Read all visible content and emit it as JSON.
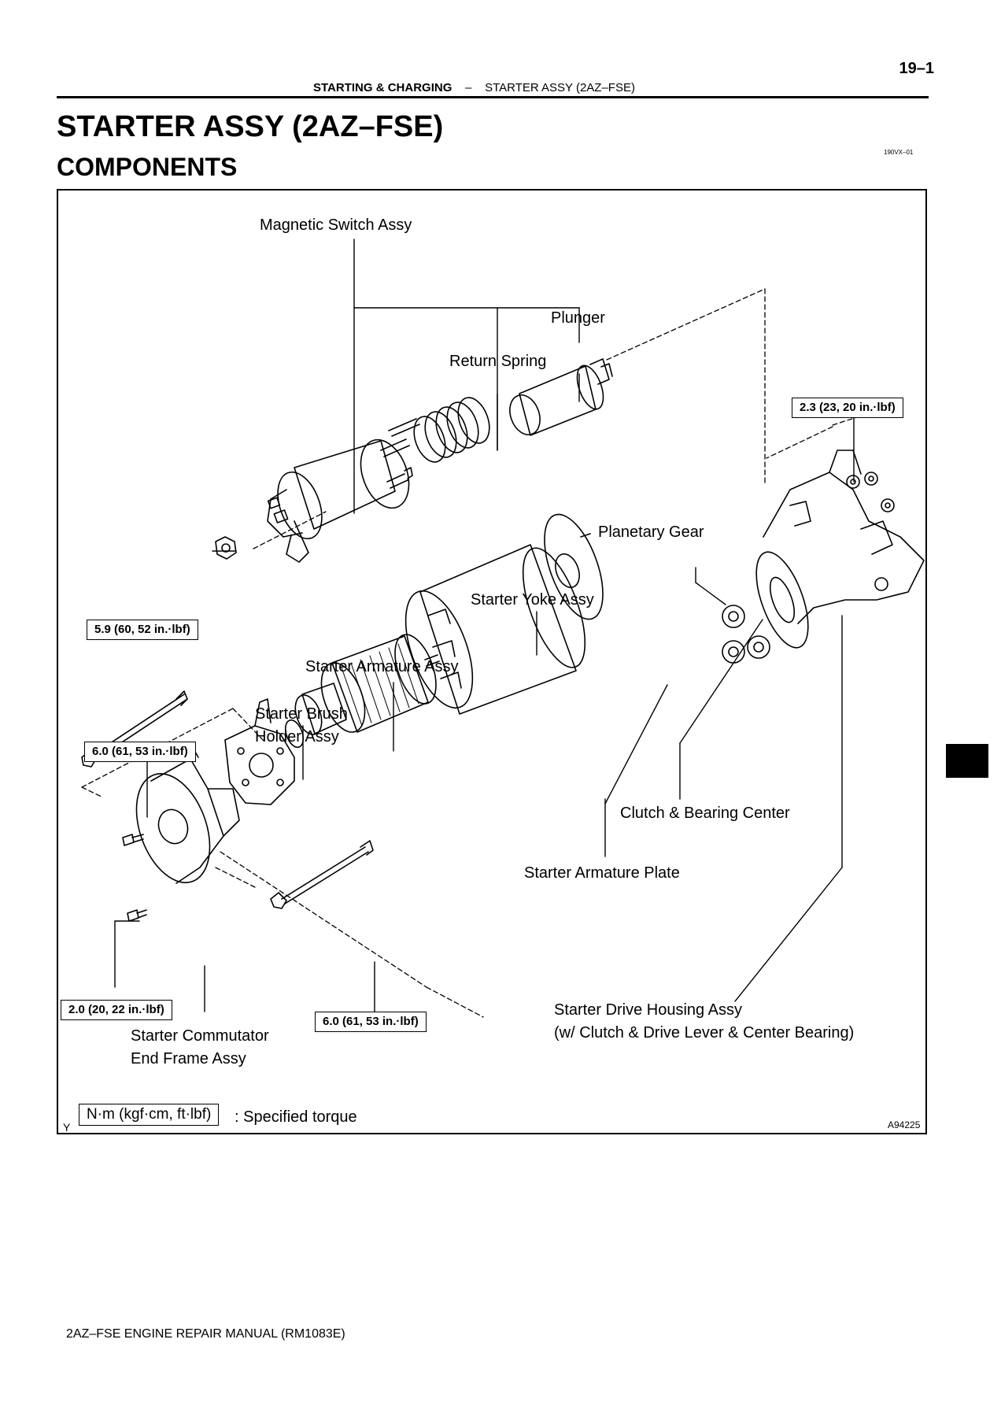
{
  "header": {
    "page_number": "19–1",
    "section": "STARTING & CHARGING",
    "separator": "–",
    "subsection": "STARTER ASSY (2AZ–FSE)"
  },
  "title": "STARTER ASSY (2AZ–FSE)",
  "subtitle": "COMPONENTS",
  "doc_code": "190VX–01",
  "figure": {
    "labels": {
      "magnetic_switch": "Magnetic Switch Assy",
      "plunger": "Plunger",
      "return_spring": "Return Spring",
      "planetary_gear": "Planetary Gear",
      "yoke": "Starter Yoke Assy",
      "armature": "Starter Armature Assy",
      "brush_holder_1": "Starter Brush",
      "brush_holder_2": "Holder Assy",
      "clutch_bearing": "Clutch & Bearing Center",
      "armature_plate": "Starter Armature Plate",
      "drive_housing_1": "Starter Drive Housing Assy",
      "drive_housing_2": "(w/ Clutch & Drive Lever & Center Bearing)",
      "end_frame_1": "Starter Commutator",
      "end_frame_2": "End Frame Assy"
    },
    "torques": {
      "nut_top": "2.3 (23, 20 in.·lbf)",
      "switch_nut": "5.9 (60, 52 in.·lbf)",
      "bolt_left": "6.0 (61, 53 in.·lbf)",
      "screw": "2.0 (20, 22 in.·lbf)",
      "bolt_bottom": "6.0 (61, 53 in.·lbf)"
    },
    "legend_marker": "Y",
    "legend_unit": "N·m (kgf·cm, ft·lbf)",
    "legend_text": ": Specified torque",
    "figure_id": "A94225"
  },
  "footer": "2AZ–FSE ENGINE REPAIR MANUAL   (RM1083E)"
}
